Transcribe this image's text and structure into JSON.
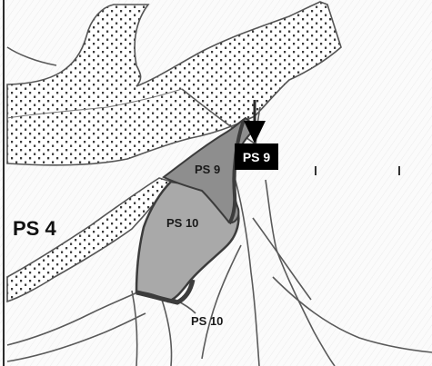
{
  "diagram": {
    "labels": {
      "ps4": "PS 4",
      "ps9_region": "PS 9",
      "ps10_region": "PS 10",
      "ps10_lower": "PS 10",
      "ps9_box": "PS 9"
    },
    "colors": {
      "background": "#ffffff",
      "stipple": "#3a3a3a",
      "outline": "#5a5a5a",
      "ps9_fill": "#8e8e8e",
      "ps10_fill": "#a9a9a9",
      "dark_rim": "#3c3c3c",
      "label_box": "#000000",
      "label_box_text": "#ffffff",
      "label_text": "#111111"
    }
  }
}
